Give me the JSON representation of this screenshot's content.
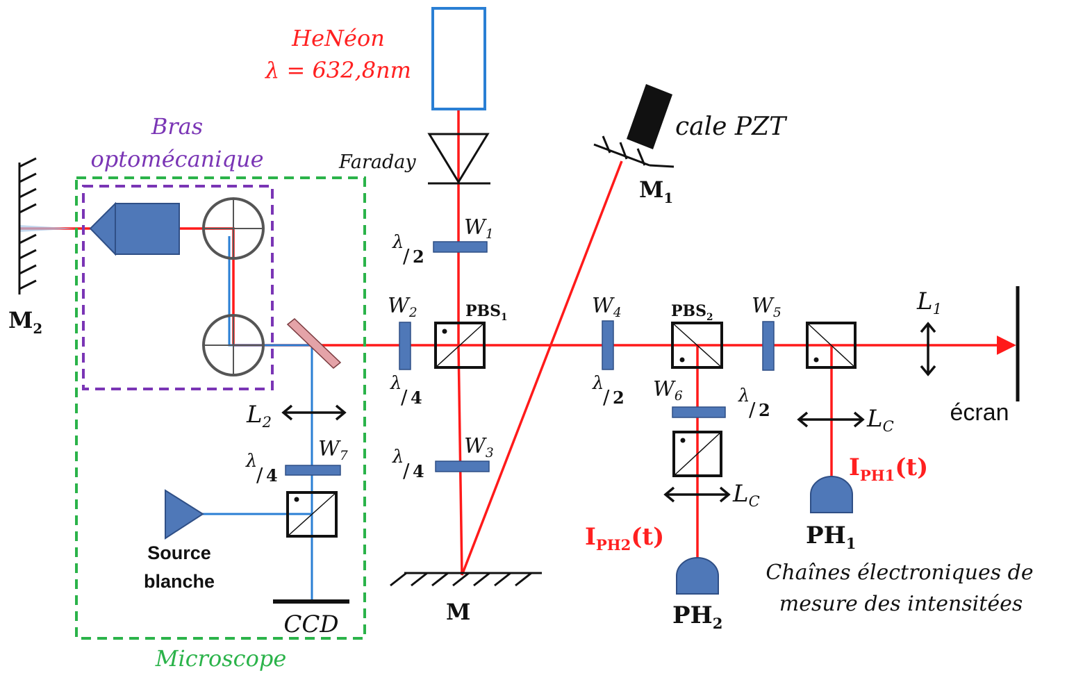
{
  "colors": {
    "laser_red": "#ff1a1a",
    "white_light_blue": "#2a7fd4",
    "component_blue": "#4f78b8",
    "component_blue_dark": "#2f4f86",
    "microscope_green": "#2bb34a",
    "bras_purple": "#7a35b5",
    "label_red": "#ff2020",
    "mirror_pink": "#e4a3a8",
    "text_dark": "#111111"
  },
  "icons": {
    "laser": "rectangle-laser-icon",
    "isolator": "faraday-triangle-icon",
    "waveplate": "waveplate-bar-icon",
    "beamsplitter": "cube-beamsplitter-icon",
    "lens": "double-arrow-lens-icon",
    "photodiode": "photodiode-dome-icon",
    "mirror": "hatched-mirror-icon",
    "objective": "microscope-objective-icon",
    "optical_mount": "crosshair-mount-icon"
  },
  "labels": {
    "laser_name": "HeNéon",
    "laser_lambda": "λ = 632,8nm",
    "faraday": "Faraday",
    "pzt": "cale PZT",
    "m1_main": "M",
    "m1_sub": "1",
    "m2_main": "M",
    "m2_sub": "2",
    "m_main": "M",
    "bras_line1": "Bras",
    "bras_line2": "optomécanique",
    "microscope": "Microscope",
    "ccd": "CCD",
    "source_line1": "Source",
    "source_line2": "blanche",
    "w1_main": "W",
    "w1_sub": "1",
    "w2_main": "W",
    "w2_sub": "2",
    "w3_main": "W",
    "w3_sub": "3",
    "w4_main": "W",
    "w4_sub": "4",
    "w5_main": "W",
    "w5_sub": "5",
    "w6_main": "W",
    "w6_sub": "6",
    "w7_main": "W",
    "w7_sub": "7",
    "half_num": "λ",
    "half_den": "2",
    "quarter_num": "λ",
    "quarter_den": "4",
    "pbs1_main": "PBS",
    "pbs1_sub": "1",
    "pbs2_main": "PBS",
    "pbs2_sub": "2",
    "l1_main": "L",
    "l1_sub": "1",
    "l2_main": "L",
    "l2_sub": "2",
    "lc_main": "L",
    "lc_sub": "C",
    "ecran": "écran",
    "iph1_main": "I",
    "iph1_sub": "PH1",
    "iph1_tail": "(t)",
    "iph2_main": "I",
    "iph2_sub": "PH2",
    "iph2_tail": "(t)",
    "ph1_main": "PH",
    "ph1_sub": "1",
    "ph2_main": "PH",
    "ph2_sub": "2",
    "chains_line1": "Chaînes électroniques de",
    "chains_line2": "mesure des intensitées"
  }
}
